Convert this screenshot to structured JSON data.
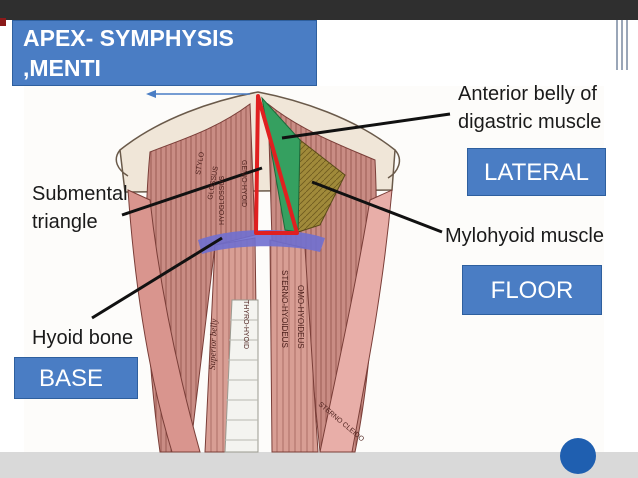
{
  "title": {
    "line1": "APEX- SYMPHYSIS",
    "line2": ",MENTI"
  },
  "labels": {
    "anterior_belly_line1": "Anterior belly of",
    "anterior_belly_line2": "digastric muscle",
    "lateral": "LATERAL",
    "submental_line1": "Submental",
    "submental_line2": "triangle",
    "mylohyoid": "Mylohyoid muscle",
    "floor": "FLOOR",
    "hyoid": "Hyoid bone",
    "base": "BASE"
  },
  "muscle_labels": {
    "stylo": "STYLO",
    "glosso": "GLOSSUS",
    "genio_hyoid": "GENIO-HYOID",
    "hyoglossus": "HYOGLOSSUS",
    "thyro_hyoid": "THYRO-HYOID",
    "superior_belly": "Superior belly",
    "sterno_hyoid": "STERNO-HYOIDEUS",
    "omo_hyoid": "OMO-HYOIDEUS",
    "sterno_cleido": "STERNO CLEIDO"
  },
  "colors": {
    "box_fill": "#4a7dc4",
    "triangle_outline": "#e02020",
    "digastric_fill": "#35a060",
    "mylohyoid_fill": "#a08a3a",
    "hyoid_fill": "#6f6fd0",
    "muscle": "#c98c84"
  }
}
